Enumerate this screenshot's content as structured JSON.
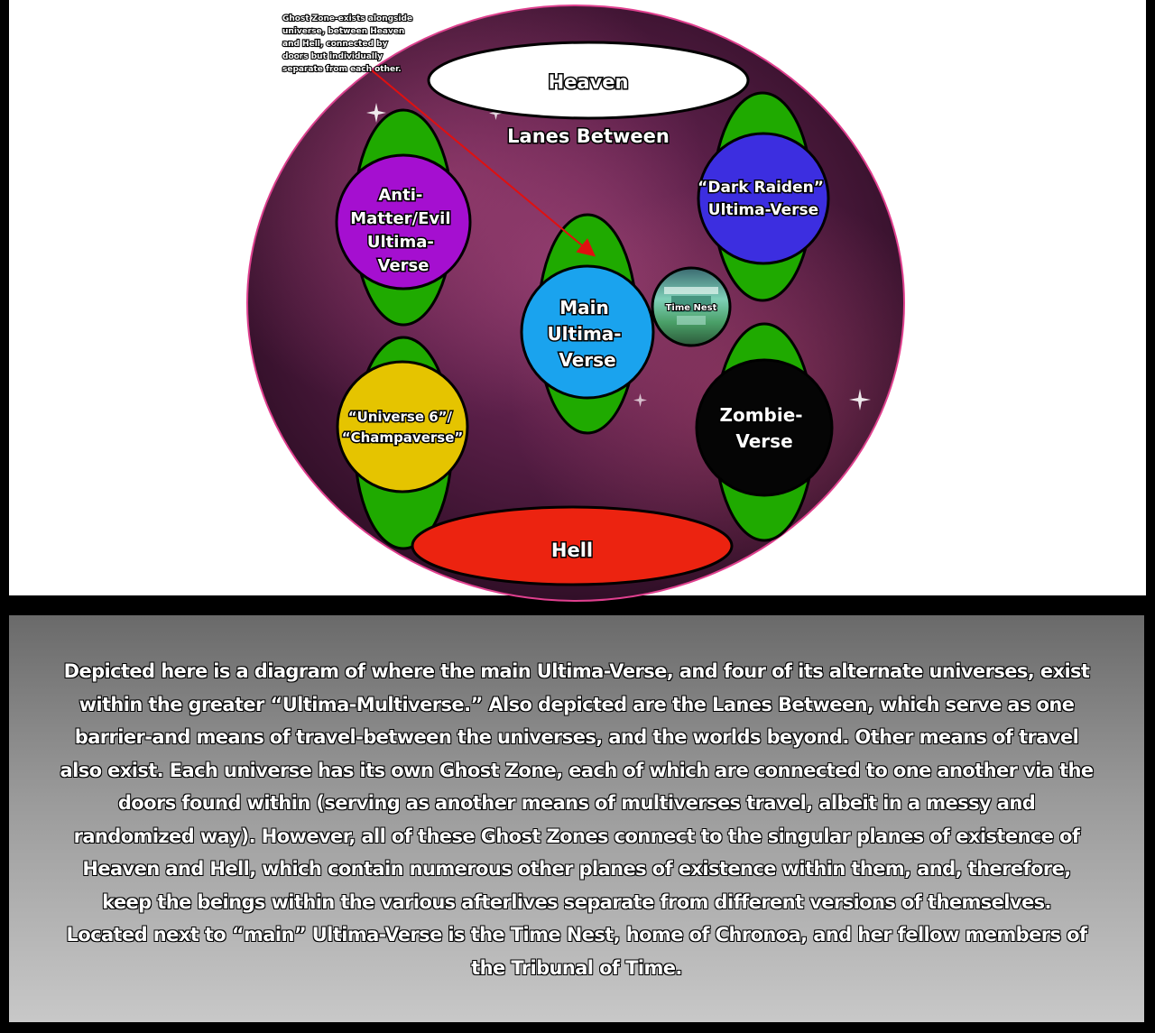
{
  "diagram": {
    "note_lines": [
      "Ghost Zone-exists alongside",
      "universe, between Heaven",
      "and Hell, connected  by",
      "doors but individually",
      "separate from each other."
    ],
    "heaven": "Heaven",
    "lanes_between": "Lanes Between",
    "hell": "Hell",
    "time_nest": "Time Nest",
    "universes": {
      "anti_matter": [
        "Anti-",
        "Matter/Evil",
        "Ultima-",
        "Verse"
      ],
      "dark_raiden": [
        "“Dark Raiden”",
        "Ultima-Verse"
      ],
      "main": [
        "Main",
        "Ultima-",
        "Verse"
      ],
      "universe6": [
        "“Universe 6”/",
        "“Champaverse”"
      ],
      "zombie": [
        "Zombie-",
        "Verse"
      ]
    },
    "colors": {
      "space": "#4a1838",
      "rim": "#e0408f",
      "green": "#1faa00",
      "purple": "#a50fd0",
      "blue_violet": "#3c2ee0",
      "main_blue": "#1aa3ee",
      "gold": "#e5c400",
      "black": "#050505",
      "hell_red": "#ec2310",
      "arrow": "#e01010"
    }
  },
  "description": {
    "lines": [
      "Depicted here is a diagram of where the main Ultima-Verse, and four of its alternate universes, exist",
      "within the greater “Ultima-Multiverse.” Also depicted are the Lanes Between, which serve as one",
      "barrier-and means of travel-between the universes, and the worlds beyond.  Other means of travel",
      "also exist. Each universe has its own Ghost Zone, each of which are connected to one another via the",
      "doors found within (serving as another means of multiverses travel, albeit in a messy and",
      "randomized way). However, all of these Ghost Zones connect to the singular planes of existence of",
      "Heaven and Hell, which contain numerous other planes of existence within them, and, therefore,",
      "keep the beings within the various afterlives separate from different versions of themselves.",
      "Located next to “main” Ultima-Verse is the Time Nest, home of Chronoa, and her fellow members of",
      "the Tribunal of Time."
    ]
  }
}
